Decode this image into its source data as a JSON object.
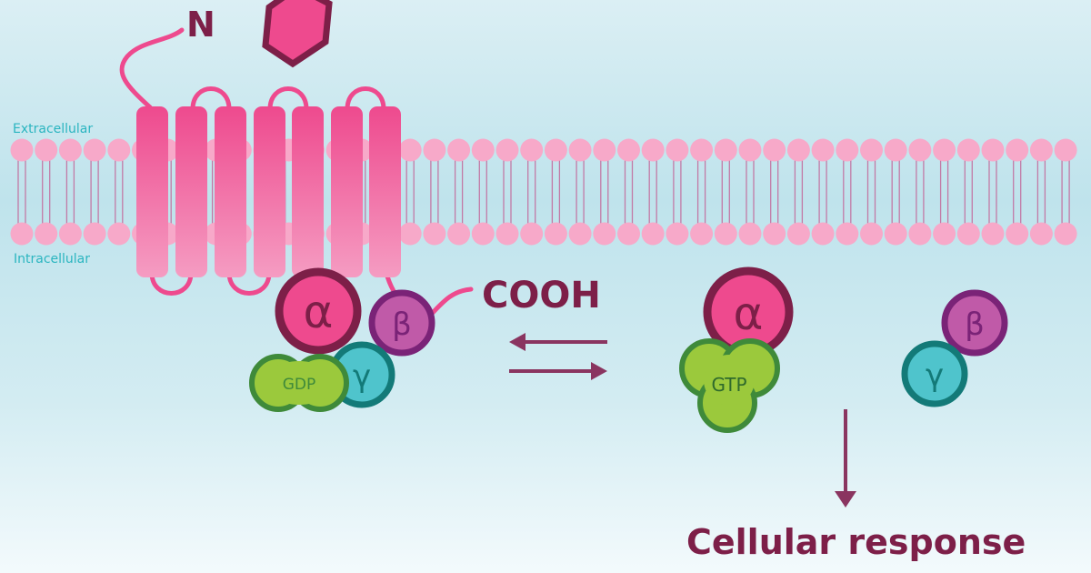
{
  "labels": {
    "extracellular": "Extracellular",
    "intracellular": "Intracellular",
    "n_terminus": "N",
    "c_terminus": "COOH",
    "cellular_response": "Cellular response"
  },
  "subunits": {
    "alpha": "α",
    "beta": "β",
    "gamma": "γ",
    "gdp": "GDP",
    "gtp": "GTP"
  },
  "colors": {
    "receptor": "#ee4a8e",
    "dark_maroon": "#7d1f48",
    "membrane_head": "#f7a9c9",
    "text_teal": "#2bb5c0",
    "beta_fill": "#c05aa8",
    "beta_stroke": "#7a2377",
    "gamma_fill": "#4fc4cc",
    "gamma_stroke": "#137a78",
    "nucleotide_fill": "#9bc93c",
    "nucleotide_stroke": "#3f8a3a"
  }
}
